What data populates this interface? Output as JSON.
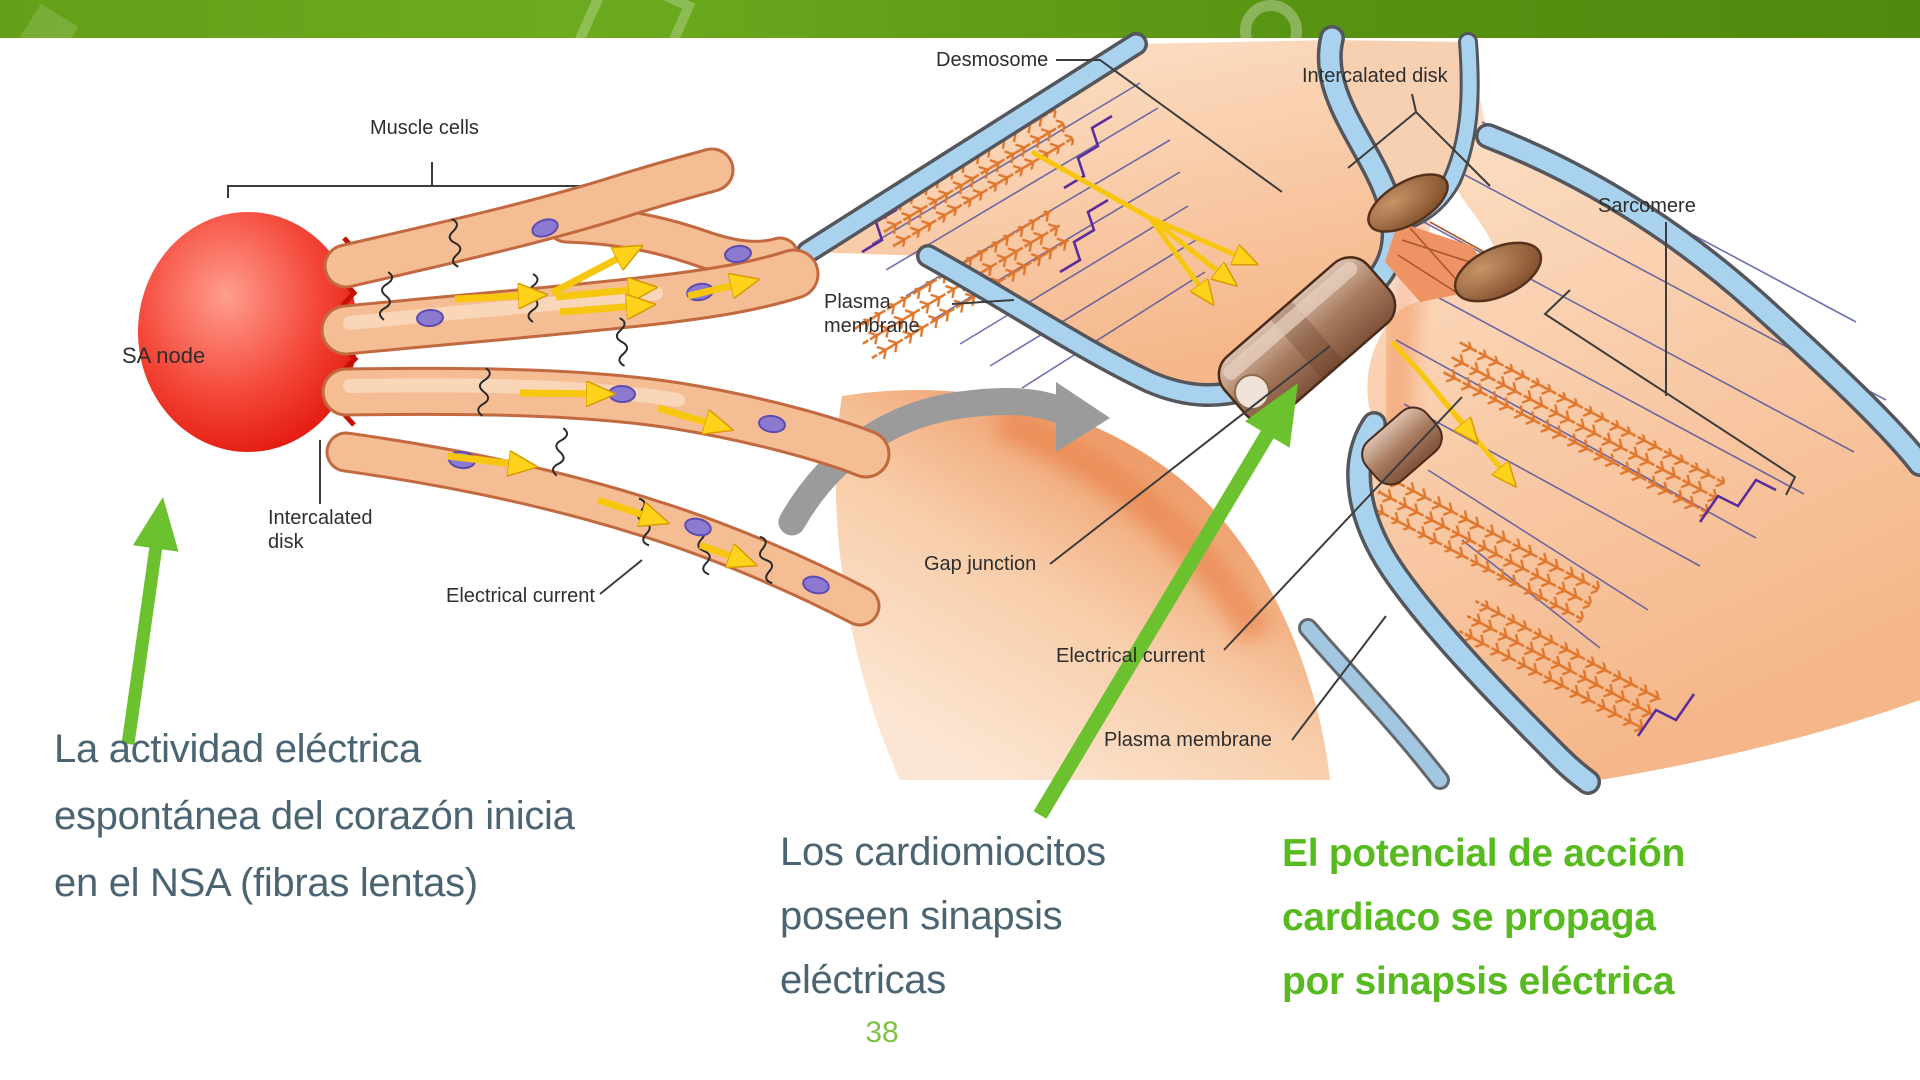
{
  "page": {
    "number": "38",
    "accent_green": "#5fa315",
    "caption_color": "#4b6472",
    "highlight_green": "#57bb20",
    "arrow_green": "#6cc12f"
  },
  "captions": {
    "left": {
      "lines": [
        "La actividad eléctrica",
        "espontánea del corazón inicia",
        "en el NSA (fibras lentas)"
      ]
    },
    "middle": {
      "lines": [
        "Los cardiomiocitos",
        "poseen sinapsis",
        "eléctricas"
      ]
    },
    "right": {
      "lines": [
        "El potencial de acción",
        "cardiaco se propaga",
        "por sinapsis eléctrica"
      ]
    }
  },
  "figure_left": {
    "labels": {
      "muscle_cells": "Muscle cells",
      "sa_node": "SA node",
      "intercalated_disk": "Intercalated disk",
      "electrical_current": "Electrical current"
    }
  },
  "figure_right": {
    "labels": {
      "desmosome": "Desmosome",
      "intercalated_disk": "Intercalated disk",
      "sarcomere": "Sarcomere",
      "plasma_membrane_upper": "Plasma membrane",
      "gap_junction": "Gap junction",
      "electrical_current": "Electrical current",
      "plasma_membrane_lower": "Plasma membrane"
    }
  }
}
